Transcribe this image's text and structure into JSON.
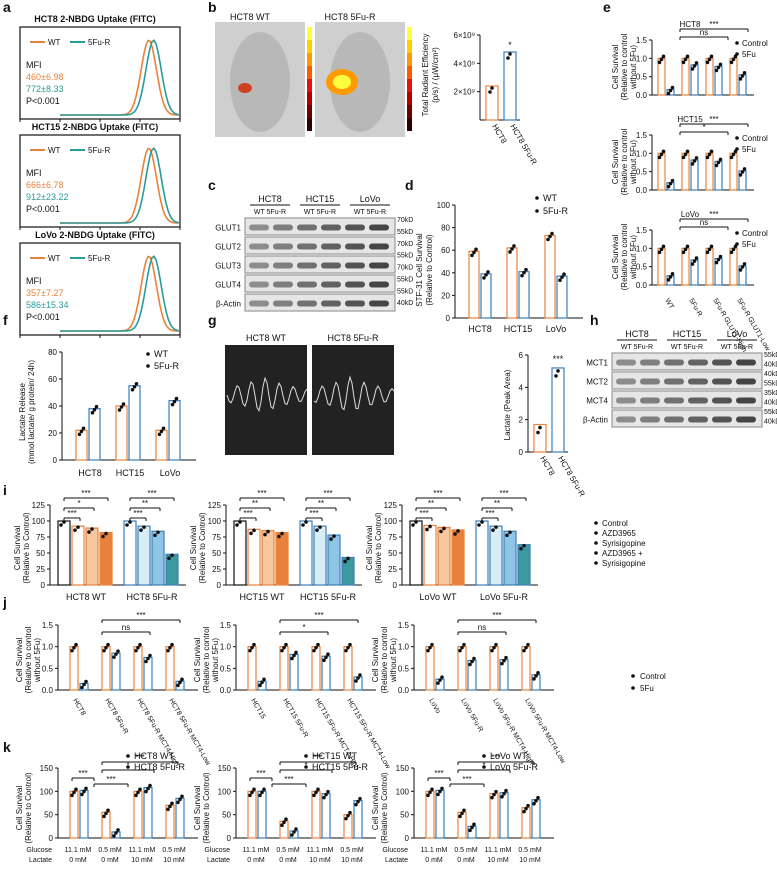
{
  "colors": {
    "wt": "#e8823a",
    "r": "#2a9a9a",
    "dark": "#111111",
    "blue": "#3b7fb8",
    "fill2": "#8fc6e6",
    "fill3": "#3a9aa0"
  },
  "panels": {
    "a": "a",
    "b": "b",
    "c": "c",
    "d": "d",
    "e": "e",
    "f": "f",
    "g": "g",
    "h": "h",
    "i": "i",
    "j": "j",
    "k": "k"
  },
  "panel_a": {
    "xlabel": "",
    "plots": [
      {
        "title": "HCT8 2-NBDG Uptake (FITC)",
        "legend_wt": "WT",
        "legend_r": "5Fu-R",
        "mfi": "MFI",
        "mfi_wt": "460±6.98",
        "mfi_r": "772±8.33",
        "p": "P<0.001"
      },
      {
        "title": "HCT15 2-NBDG Uptake (FITC)",
        "legend_wt": "WT",
        "legend_r": "5Fu-R",
        "mfi": "MFI",
        "mfi_wt": "666±6.78",
        "mfi_r": "912±23.22",
        "p": "P<0.001"
      },
      {
        "title": "LoVo 2-NBDG Uptake (FITC)",
        "legend_wt": "WT",
        "legend_r": "5Fu-R",
        "mfi": "MFI",
        "mfi_wt": "357±7.27",
        "mfi_r": "586±15.34",
        "p": "P<0.001"
      }
    ]
  },
  "panel_b": {
    "img1": "HCT8 WT",
    "img2": "HCT8 5Fu-R",
    "ylabel1": "Total Radiant Efficiency",
    "ylabel2": "(p/s) / (μW/cm²)",
    "ticks": [
      "2×10⁹",
      "4×10⁹",
      "6×10⁹"
    ],
    "cats": [
      "HCT8",
      "HCT8 5Fu-R"
    ],
    "sig": "*"
  },
  "panel_c": {
    "groups": [
      "HCT8",
      "HCT15",
      "LoVo"
    ],
    "sub": "WT 5Fu-R",
    "rows": [
      "GLUT1",
      "GLUT2",
      "GLUT3",
      "GLUT4",
      "β-Actin"
    ],
    "kd": [
      "70kD",
      "55kD",
      "70kD",
      "55kD",
      "70kD",
      "55kD",
      "55kD",
      "40kD"
    ]
  },
  "panel_d": {
    "ylabel1": "STF-31 Cell Survival",
    "ylabel2": "(Relative to Control)",
    "ticks": [
      "0",
      "20",
      "40",
      "60",
      "80",
      "100"
    ],
    "cats": [
      "HCT8",
      "HCT15",
      "LoVo"
    ],
    "legend_wt": "WT",
    "legend_r": "5Fu-R",
    "sig": "***"
  },
  "panel_e": {
    "ylabel1": "Cell Survival",
    "ylabel2": "(Relative to control",
    "ylabel3": "without 5Fu)",
    "titles": [
      "HCT8",
      "HCT15",
      "LoVo"
    ],
    "ticks": [
      "0.0",
      "0.5",
      "1.0",
      "1.5"
    ],
    "legend_c": "Control",
    "legend_f": "5Fu",
    "cats": [
      "WT",
      "5Fu-R",
      "5Fu-R GLUT1-High",
      "5Fu-R GLUT1-Low"
    ],
    "ns": "ns",
    "sig": "***",
    "sig1": "*"
  },
  "panel_f": {
    "ylabel1": "Lactate Release",
    "ylabel2": "(mmol lactate/ g protein/ 24h)",
    "ticks": [
      "0",
      "20",
      "40",
      "60",
      "80"
    ],
    "cats": [
      "HCT8",
      "HCT15",
      "LoVo"
    ],
    "legend_wt": "WT",
    "legend_r": "5Fu-R",
    "sig": "***"
  },
  "panel_g": {
    "img1": "HCT8 WT",
    "img2": "HCT8 5Fu-R",
    "ylabel": "Lactate (Peak Area)",
    "ticks": [
      "0",
      "2",
      "4",
      "6"
    ],
    "cats": [
      "HCT8",
      "HCT8 5Fu-R"
    ],
    "sig": "***"
  },
  "panel_h": {
    "groups": [
      "HCT8",
      "HCT15",
      "LoVo"
    ],
    "sub": "WT 5Fu-R",
    "rows": [
      "MCT1",
      "MCT2",
      "MCT4",
      "β-Actin"
    ],
    "kd": [
      "55kD",
      "40kD",
      "40kD",
      "55kD",
      "35kD",
      "40kD",
      "55kD",
      "40kD"
    ]
  },
  "panel_i": {
    "ylabel1": "Cell Survival",
    "ylabel2": "(Relative to Control)",
    "ticks": [
      "0",
      "25",
      "50",
      "75",
      "100",
      "125"
    ],
    "plots": [
      [
        "HCT8 WT",
        "HCT8 5Fu-R"
      ],
      [
        "HCT15 WT",
        "HCT15 5Fu-R"
      ],
      [
        "LoVo WT",
        "LoVo 5Fu-R"
      ]
    ],
    "legend": [
      "Control",
      "AZD3965",
      "Syrisigopine",
      "AZD3965 +",
      "Syrisigopine"
    ],
    "sig": "***",
    "sig2": "**",
    "sig1": "*"
  },
  "panel_j": {
    "ylabel1": "Cell Survival",
    "ylabel2": "(Relative to control",
    "ylabel3": "without 5Fu)",
    "ticks": [
      "0.0",
      "0.5",
      "1.0",
      "1.5"
    ],
    "legend_c": "Control",
    "legend_f": "5Fu",
    "ns": "ns",
    "sig": "***",
    "sig1": "*",
    "cats": [
      [
        "HCT8",
        "HCT8 5Fu-R",
        "HCT8 5Fu-R MCT4-High",
        "HCT8 5Fu-R MCT4-Low"
      ],
      [
        "HCT15",
        "HCT15 5Fu-R",
        "HCT15 5Fu-R MCT4-High",
        "HCT15 5Fu-R MCT4-Low"
      ],
      [
        "LoVo",
        "LoVo 5Fu-R",
        "LoVo 5Fu-R MCT4-High",
        "LoVo 5Fu-R MCT4-Low"
      ]
    ]
  },
  "panel_k": {
    "ylabel1": "Cell Survival",
    "ylabel2": "(Relative to Control)",
    "ticks": [
      "0",
      "50",
      "100",
      "150"
    ],
    "glucose": "Glucose",
    "lactate": "Lactate",
    "g": [
      "11.1 mM",
      "0.5 mM",
      "11.1 mM",
      "0.5 mM"
    ],
    "l": [
      "0 mM",
      "0 mM",
      "10 mM",
      "10 mM"
    ],
    "legends": [
      [
        "HCT8 WT",
        "HCT8 5Fu-R"
      ],
      [
        "HCT15 WT",
        "HCT15 5Fu-R"
      ],
      [
        "LoVo WT",
        "LoVo 5Fu-R"
      ]
    ],
    "sig": "***",
    "sig1": "*"
  },
  "chart_data": [
    {
      "type": "line",
      "panel": "a",
      "title": "HCT8 2-NBDG Uptake (FITC)",
      "series": [
        {
          "name": "WT",
          "peak": 460
        },
        {
          "name": "5Fu-R",
          "peak": 772
        }
      ]
    },
    {
      "type": "line",
      "panel": "a",
      "title": "HCT15 2-NBDG Uptake (FITC)",
      "series": [
        {
          "name": "WT",
          "peak": 666
        },
        {
          "name": "5Fu-R",
          "peak": 912
        }
      ]
    },
    {
      "type": "line",
      "panel": "a",
      "title": "LoVo 2-NBDG Uptake (FITC)",
      "series": [
        {
          "name": "WT",
          "peak": 357
        },
        {
          "name": "5Fu-R",
          "peak": 586
        }
      ]
    },
    {
      "type": "bar",
      "panel": "b",
      "categories": [
        "HCT8",
        "HCT8 5Fu-R"
      ],
      "values": [
        2400000000.0,
        4800000000.0
      ],
      "ylim": [
        0,
        6000000000.0
      ]
    },
    {
      "type": "bar",
      "panel": "d",
      "categories": [
        "HCT8",
        "HCT15",
        "LoVo"
      ],
      "series": [
        {
          "name": "WT",
          "values": [
            59,
            62,
            73
          ]
        },
        {
          "name": "5Fu-R",
          "values": [
            39,
            41,
            37
          ]
        }
      ],
      "ylim": [
        0,
        100
      ]
    },
    {
      "type": "bar",
      "panel": "e",
      "title": "HCT8",
      "categories": [
        "WT",
        "5Fu-R",
        "5Fu-R GLUT1-High",
        "5Fu-R GLUT1-Low"
      ],
      "series": [
        {
          "name": "Control",
          "values": [
            1.0,
            1.0,
            1.0,
            1.0
          ]
        },
        {
          "name": "5Fu",
          "values": [
            0.15,
            0.82,
            0.78,
            0.55
          ]
        }
      ],
      "ylim": [
        0,
        1.5
      ]
    },
    {
      "type": "bar",
      "panel": "e",
      "title": "HCT15",
      "categories": [
        "WT",
        "5Fu-R",
        "5Fu-R GLUT1-High",
        "5Fu-R GLUT1-Low"
      ],
      "series": [
        {
          "name": "Control",
          "values": [
            1.0,
            1.0,
            1.0,
            1.0
          ]
        },
        {
          "name": "5Fu",
          "values": [
            0.2,
            0.82,
            0.78,
            0.52
          ]
        }
      ],
      "ylim": [
        0,
        1.5
      ]
    },
    {
      "type": "bar",
      "panel": "e",
      "title": "LoVo",
      "categories": [
        "WT",
        "5Fu-R",
        "5Fu-R GLUT1-High",
        "5Fu-R GLUT1-Low"
      ],
      "series": [
        {
          "name": "Control",
          "values": [
            1.0,
            1.0,
            1.0,
            1.0
          ]
        },
        {
          "name": "5Fu",
          "values": [
            0.25,
            0.68,
            0.72,
            0.52
          ]
        }
      ],
      "ylim": [
        0,
        1.5
      ]
    },
    {
      "type": "bar",
      "panel": "f",
      "categories": [
        "HCT8",
        "HCT15",
        "LoVo"
      ],
      "series": [
        {
          "name": "WT",
          "values": [
            22,
            40,
            22
          ]
        },
        {
          "name": "5Fu-R",
          "values": [
            38,
            55,
            44
          ]
        }
      ],
      "ylim": [
        0,
        80
      ]
    },
    {
      "type": "bar",
      "panel": "g",
      "categories": [
        "HCT8",
        "HCT8 5Fu-R"
      ],
      "values": [
        1.7,
        5.2
      ],
      "ylim": [
        0,
        6
      ]
    },
    {
      "type": "bar",
      "panel": "i",
      "categories": [
        "HCT8 WT",
        "HCT8 5Fu-R"
      ],
      "series": [
        {
          "name": "Control",
          "values": [
            100,
            100
          ]
        },
        {
          "name": "AZD3965",
          "values": [
            92,
            92
          ]
        },
        {
          "name": "Syrisigopine",
          "values": [
            89,
            84
          ]
        },
        {
          "name": "AZD3965 + Syrisigopine",
          "values": [
            82,
            48
          ]
        }
      ],
      "ylim": [
        0,
        125
      ]
    },
    {
      "type": "bar",
      "panel": "i",
      "categories": [
        "HCT15 WT",
        "HCT15 5Fu-R"
      ],
      "series": [
        {
          "name": "Control",
          "values": [
            100,
            100
          ]
        },
        {
          "name": "AZD3965",
          "values": [
            87,
            92
          ]
        },
        {
          "name": "Syrisigopine",
          "values": [
            85,
            78
          ]
        },
        {
          "name": "AZD3965 + Syrisigopine",
          "values": [
            82,
            43
          ]
        }
      ],
      "ylim": [
        0,
        125
      ]
    },
    {
      "type": "bar",
      "panel": "i",
      "categories": [
        "LoVo WT",
        "LoVo 5Fu-R"
      ],
      "series": [
        {
          "name": "Control",
          "values": [
            100,
            100
          ]
        },
        {
          "name": "AZD3965",
          "values": [
            93,
            92
          ]
        },
        {
          "name": "Syrisigopine",
          "values": [
            90,
            84
          ]
        },
        {
          "name": "AZD3965 + Syrisigopine",
          "values": [
            86,
            63
          ]
        }
      ],
      "ylim": [
        0,
        125
      ]
    },
    {
      "type": "bar",
      "panel": "j",
      "categories": [
        "HCT8",
        "HCT8 5Fu-R",
        "HCT8 5Fu-R MCT4-High",
        "HCT8 5Fu-R MCT4-Low"
      ],
      "series": [
        {
          "name": "Control",
          "values": [
            1.0,
            1.0,
            1.0,
            1.0
          ]
        },
        {
          "name": "5Fu",
          "values": [
            0.15,
            0.85,
            0.75,
            0.2
          ]
        }
      ],
      "ylim": [
        0,
        1.5
      ]
    },
    {
      "type": "bar",
      "panel": "j",
      "categories": [
        "HCT15",
        "HCT15 5Fu-R",
        "HCT15 5Fu-R MCT4-High",
        "HCT15 5Fu-R MCT4-Low"
      ],
      "series": [
        {
          "name": "Control",
          "values": [
            1.0,
            1.0,
            1.0,
            1.0
          ]
        },
        {
          "name": "5Fu",
          "values": [
            0.2,
            0.82,
            0.78,
            0.3
          ]
        }
      ],
      "ylim": [
        0,
        1.5
      ]
    },
    {
      "type": "bar",
      "panel": "j",
      "categories": [
        "LoVo",
        "LoVo 5Fu-R",
        "LoVo 5Fu-R MCT4-High",
        "LoVo 5Fu-R MCT4-Low"
      ],
      "series": [
        {
          "name": "Control",
          "values": [
            1.0,
            1.0,
            1.0,
            1.0
          ]
        },
        {
          "name": "5Fu",
          "values": [
            0.25,
            0.68,
            0.7,
            0.35
          ]
        }
      ],
      "ylim": [
        0,
        1.5
      ]
    },
    {
      "type": "bar",
      "panel": "k",
      "categories": [
        "11.1/0",
        "0.5/0",
        "11.1/10",
        "0.5/10"
      ],
      "series": [
        {
          "name": "HCT8 WT",
          "values": [
            100,
            55,
            100,
            70
          ]
        },
        {
          "name": "HCT8 5Fu-R",
          "values": [
            102,
            13,
            108,
            85
          ]
        }
      ],
      "ylim": [
        0,
        150
      ]
    },
    {
      "type": "bar",
      "panel": "k",
      "categories": [
        "11.1/0",
        "0.5/0",
        "11.1/10",
        "0.5/10"
      ],
      "series": [
        {
          "name": "HCT15 WT",
          "values": [
            100,
            36,
            100,
            50
          ]
        },
        {
          "name": "HCT15 5Fu-R",
          "values": [
            100,
            15,
            95,
            80
          ]
        }
      ],
      "ylim": [
        0,
        150
      ]
    },
    {
      "type": "bar",
      "panel": "k",
      "categories": [
        "11.1/0",
        "0.5/0",
        "11.1/10",
        "0.5/10"
      ],
      "series": [
        {
          "name": "LoVo WT",
          "values": [
            100,
            55,
            95,
            65
          ]
        },
        {
          "name": "LoVo 5Fu-R",
          "values": [
            102,
            25,
            97,
            82
          ]
        }
      ],
      "ylim": [
        0,
        150
      ]
    }
  ]
}
